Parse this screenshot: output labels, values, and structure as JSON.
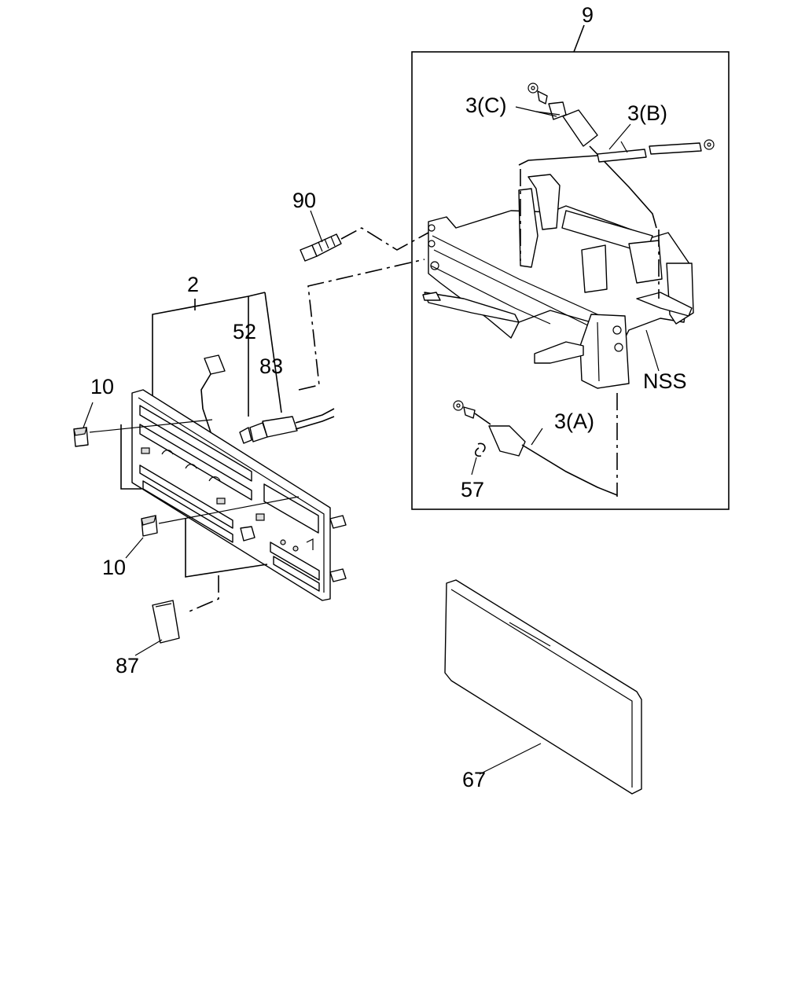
{
  "callouts": {
    "c9": "9",
    "c3c": "3(C)",
    "c3b": "3(B)",
    "c90": "90",
    "c2": "2",
    "c52": "52",
    "c83": "83",
    "c10_top": "10",
    "c10_bottom": "10",
    "cnss": "NSS",
    "c3a": "3(A)",
    "c57": "57",
    "c87": "87",
    "c67": "67"
  }
}
